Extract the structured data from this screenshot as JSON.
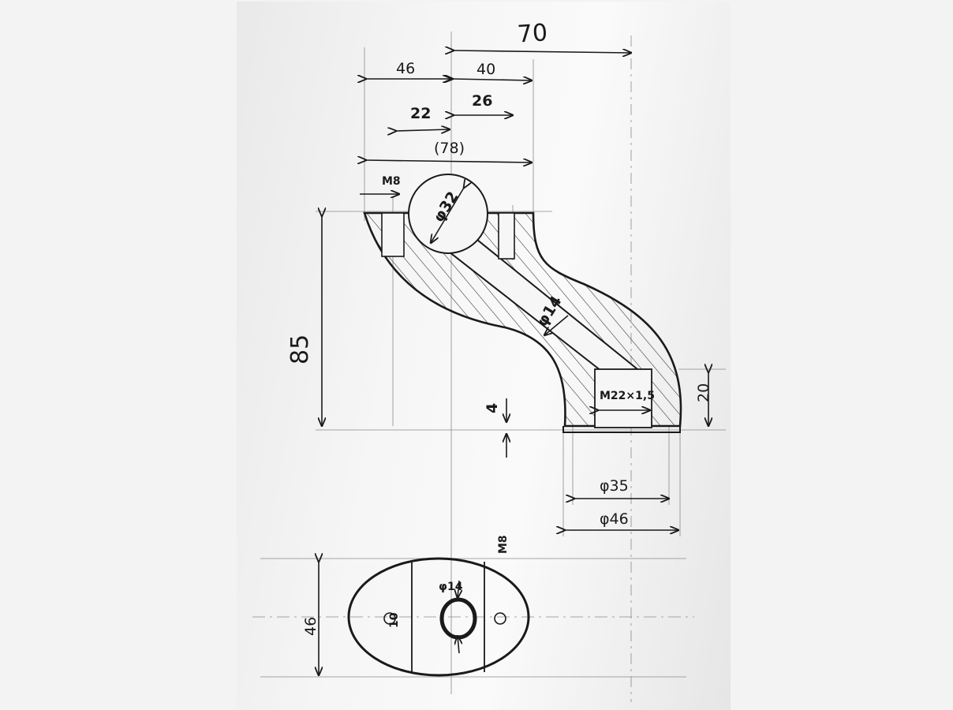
{
  "dimensions": {
    "overall_width": "70",
    "left_width": "46",
    "right_width": "40",
    "bore_offset": "26",
    "pin_offset": "22",
    "total_ref": "(78)",
    "thread_left": "M8",
    "bore_dia": "φ32",
    "channel_dia": "φ14",
    "height": "85",
    "flange_gap": "4",
    "outlet_thread": "M22×1,5",
    "outlet_height": "20",
    "outlet_inner_dia": "φ35",
    "outlet_outer_dia": "φ46",
    "plan_thread": "M8",
    "plan_height": "46",
    "plan_hole": "φ14",
    "plan_pad": "10"
  },
  "colors": {
    "ink": "#1a1a1a",
    "paper": "#f6f6f6",
    "hatch": "#3a3a3a",
    "construction": "#8a8a8a"
  }
}
